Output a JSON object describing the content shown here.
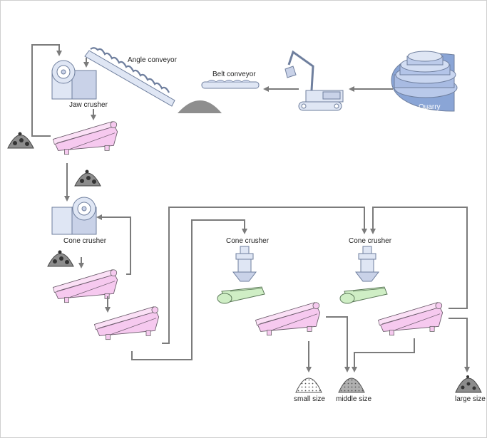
{
  "labels": {
    "angle_conveyor": "Angle conveyor",
    "belt_conveyor": "Belt conveyor",
    "jaw_crusher": "Jaw crusher",
    "cone_crusher_1": "Cone crusher",
    "cone_crusher_2": "Cone crusher",
    "cone_crusher_3": "Cone crusher",
    "quarry": "Quarry",
    "small_size": "small size",
    "middle_size": "middle size",
    "large_size": "large size"
  },
  "colors": {
    "screen": "#f6c9ef",
    "feeder": "#cfeec5",
    "machine": "#dfe6f4",
    "quarry": "#8aa5d6",
    "flow": "#7b7b7b"
  }
}
